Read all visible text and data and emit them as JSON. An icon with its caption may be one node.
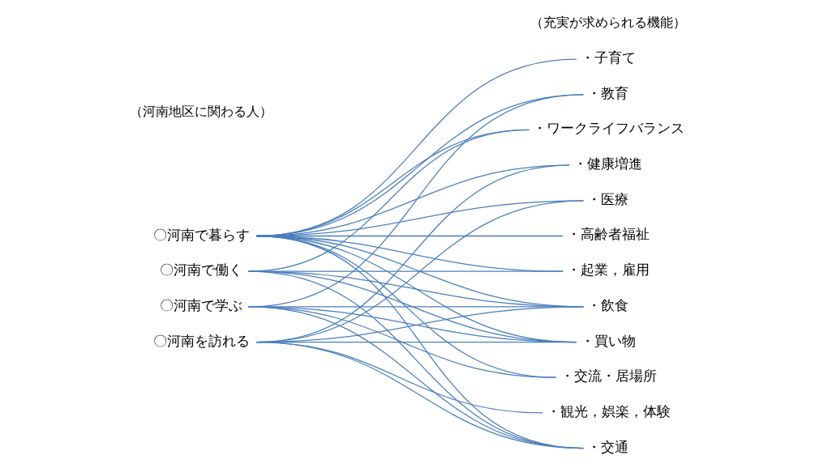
{
  "diagram": {
    "nodes": [
      {
        "text": [
          "〇河南で暮らす"
        ]
      },
      {
        "text": [
          "〇河南で働く"
        ]
      },
      {
        "text": [
          "〇河南で学ぶ"
        ]
      },
      {
        "text": [
          "〇河南を訪れる"
        ]
      },
      {
        "text": [
          "・子育て"
        ]
      },
      {
        "text": [
          "・教育"
        ]
      },
      {
        "text": [
          "・ワークライフバランス"
        ]
      },
      {
        "text": [
          "・健康増進"
        ]
      },
      {
        "text": [
          "・医療"
        ]
      },
      {
        "text": [
          "・高齢者福祉"
        ]
      },
      {
        "text": [
          "・起業，雇用"
        ]
      },
      {
        "text": [
          "・飲食"
        ]
      },
      {
        "text": [
          "・買い物"
        ]
      },
      {
        "text": [
          "・交流・居場所"
        ]
      },
      {
        "text": [
          "・観光，娯楽，体験"
        ]
      },
      {
        "text": [
          "・交通"
        ]
      }
    ],
    "edges": [
      {
        "from": 0,
        "to": 4,
        "arrow": "none"
      },
      {
        "from": 0,
        "to": 5,
        "arrow": "none"
      },
      {
        "from": 0,
        "to": 6,
        "arrow": "none"
      },
      {
        "from": 0,
        "to": 7,
        "arrow": "none"
      },
      {
        "from": 0,
        "to": 8,
        "arrow": "none"
      },
      {
        "from": 0,
        "to": 9,
        "arrow": "none"
      },
      {
        "from": 0,
        "to": 10,
        "arrow": "none"
      },
      {
        "from": 0,
        "to": 11,
        "arrow": "none"
      },
      {
        "from": 0,
        "to": 12,
        "arrow": "none"
      },
      {
        "from": 0,
        "to": 13,
        "arrow": "none"
      },
      {
        "from": 0,
        "to": 15,
        "arrow": "none"
      },
      {
        "from": 1,
        "to": 6,
        "arrow": "none"
      },
      {
        "from": 1,
        "to": 10,
        "arrow": "none"
      },
      {
        "from": 1,
        "to": 11,
        "arrow": "none"
      },
      {
        "from": 1,
        "to": 12,
        "arrow": "none"
      },
      {
        "from": 1,
        "to": 15,
        "arrow": "none"
      },
      {
        "from": 2,
        "to": 5,
        "arrow": "none"
      },
      {
        "from": 2,
        "to": 11,
        "arrow": "none"
      },
      {
        "from": 2,
        "to": 12,
        "arrow": "none"
      },
      {
        "from": 2,
        "to": 13,
        "arrow": "none"
      },
      {
        "from": 2,
        "to": 15,
        "arrow": "none"
      },
      {
        "from": 3,
        "to": 7,
        "arrow": "none"
      },
      {
        "from": 3,
        "to": 8,
        "arrow": "none"
      },
      {
        "from": 3,
        "to": 11,
        "arrow": "none"
      },
      {
        "from": 3,
        "to": 12,
        "arrow": "none"
      },
      {
        "from": 3,
        "to": 14,
        "arrow": "none"
      },
      {
        "from": 3,
        "to": 15,
        "arrow": "none"
      }
    ],
    "labels": [
      "（河南地区に関わる人）",
      "（充実が求められる機能）"
    ]
  }
}
